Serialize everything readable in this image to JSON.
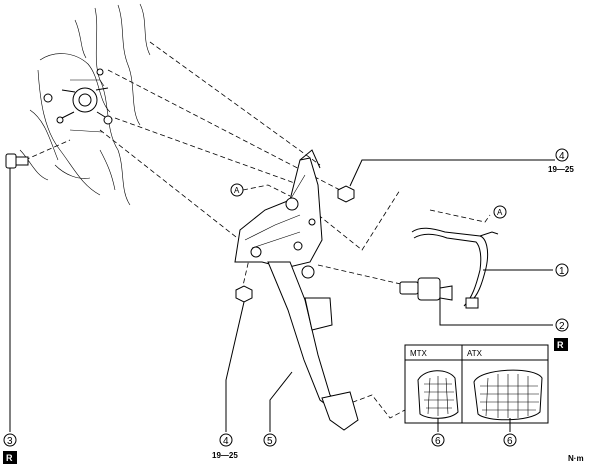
{
  "callouts": {
    "p1": "1",
    "p2": "2",
    "p3": "3",
    "p4_top": "4",
    "p4_bottom": "4",
    "p5": "5",
    "p6_mtx": "6",
    "p6_atx": "6"
  },
  "reference_marks": {
    "a_bracket": "A",
    "a_wire": "A"
  },
  "torque": {
    "top": "19—25",
    "bottom": "19—25"
  },
  "replace_badges": {
    "bolt": "R",
    "switch": "R"
  },
  "pads": {
    "mtx_label": "MTX",
    "atx_label": "ATX"
  },
  "unit": "N·m"
}
